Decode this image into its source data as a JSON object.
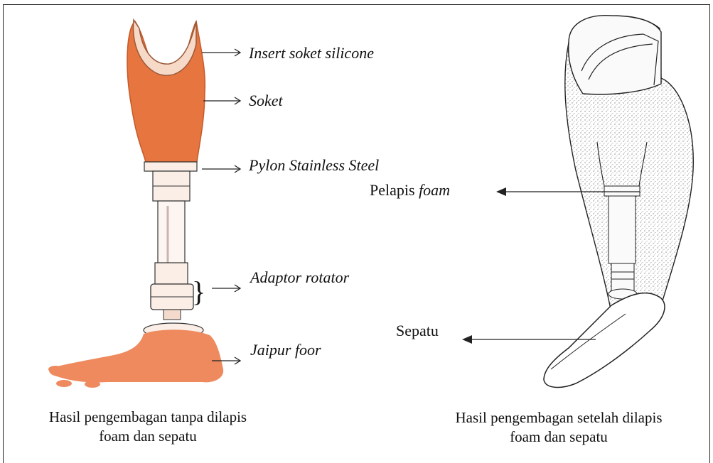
{
  "left_figure": {
    "labels": {
      "insert": "Insert soket silicone",
      "soket": "Soket",
      "pylon": "Pylon Stainless Steel",
      "adaptor": "Adaptor rotator",
      "foot": "Jaipur foor"
    },
    "caption_line1": "Hasil pengembagan tanpa dilapis",
    "caption_line2": "foam dan sepatu"
  },
  "right_figure": {
    "labels": {
      "foam_prefix": "Pelapis ",
      "foam_italic": "foam",
      "shoe": "Sepatu"
    },
    "caption_line1": "Hasil pengembagan setelah dilapis",
    "caption_line2": "foam dan sepatu"
  },
  "colors": {
    "socket_orange": "#e7753f",
    "foot_orange": "#ee8a5e",
    "pylon_fill": "#fbeee7",
    "line": "#222222"
  }
}
